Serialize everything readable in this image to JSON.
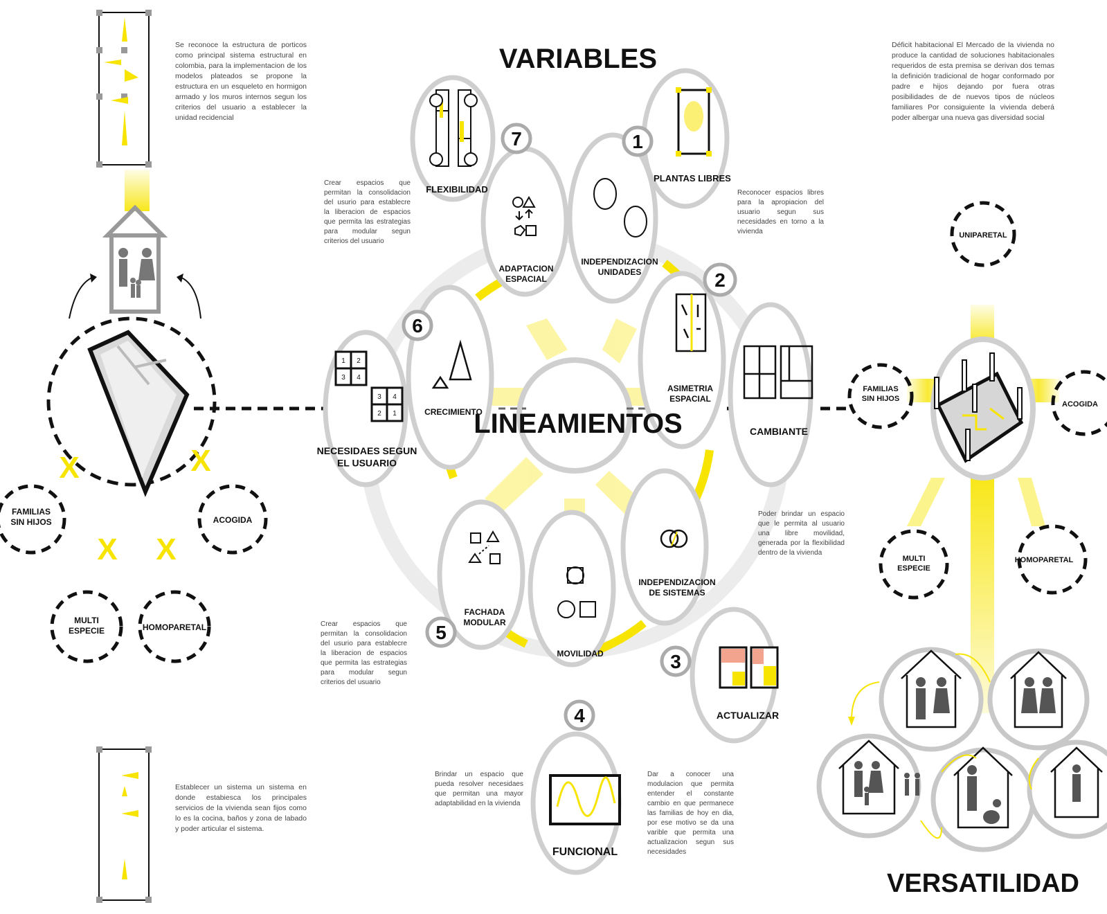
{
  "titles": {
    "variables": "VARIABLES",
    "lineamientos": "LINEAMIENTOS",
    "versatilidad": "VERSATILIDAD"
  },
  "center": {
    "nodes": {
      "flexibilidad": "FLEXIBILIDAD",
      "plantas_libres": "PLANTAS LIBRES",
      "adaptacion": "ADAPTACION\nESPACIAL",
      "independizacion_unidades": "INDEPENDIZACION\nUNIDADES",
      "crecimiento": "CRECIMIENTO",
      "asimetria": "ASIMETRIA\nESPACIAL",
      "necesidades": "NECESIDAES SEGUN\nEL USUARIO",
      "cambiante": "CAMBIANTE",
      "fachada": "FACHADA\nMODULAR",
      "movilidad": "MOVILIDAD",
      "independizacion_sistemas": "INDEPENDIZACION\nDE SISTEMAS",
      "actualizar": "ACTUALIZAR",
      "funcional": "FUNCIONAL"
    },
    "numbers": [
      "1",
      "2",
      "3",
      "4",
      "5",
      "6",
      "7"
    ],
    "grid_cells": [
      "1",
      "2",
      "3",
      "4",
      "3",
      "4",
      "2",
      "1"
    ]
  },
  "left": {
    "families": {
      "familias": "FAMILIAS\nSIN HIJOS",
      "acogida": "ACOGIDA",
      "multi": "MULTI\nESPECIE",
      "homoparetal": "HOMOPARETAL"
    },
    "x_mark": "X"
  },
  "right": {
    "families": {
      "uniparetal": "UNIPARETAL",
      "familias": "FAMILIAS\nSIN HIJOS",
      "acogida": "ACOGIDA",
      "multi": "MULTI\nESPECIE",
      "homoparetal": "HOMOPARETAL"
    }
  },
  "texts": {
    "top_left": "Se reconoce la estructura de porticos como principal sistema estructural en colombia, para la implementacion de los modelos plateados se propone la estructura en un esqueleto en hormigon armado y los muros internos segun los criterios del usuario a establecer la unidad recidencial",
    "bottom_left": "Establecer un sistema un sistema en donde estabiesca los principales servicios de la vivienda sean fijos como lo es la cocina, baños y zona de labado y poder articular el sistema.",
    "flex_desc": "Crear espacios que permitan la consolidacion del usurio para establecre la liberacion de espacios que permita las estrategias para modular segun criterios del usuario",
    "fachada_desc": "Crear espacios que permitan la consolidacion del usurio para establecre la liberacion de espacios que permita las estrategias para modular segun criterios del usuario",
    "plantas_desc": "Reconocer espacios libres para la apropiacion del usuario segun sus necesidades en torno a la vivienda",
    "cambiante_desc": "Poder brindar un espacio que le permita al usuario una libre movilidad, generada por la flexibilidad dentro de la vivienda",
    "funcional_desc": "Brindar un espacio que pueda resolver necesidaes que permitan una mayor adaptabilidad en la vivienda",
    "actualizar_desc": "Dar a conocer una modulacion que permita entender el constante cambio en que permanece las familias de hoy en dia, por ese motivo se da una varible que permita una actualizacion segun sus necesidades",
    "top_right": "Déficit habitacional El Mercado de la vivienda no produce la cantidad de soluciones habitacionales requeridos de esta premisa se derivan dos temas la definición tradicional de hogar conformado por padre e hijos dejando por fuera otras posibilidades de de nuevos tipos de núcleos familiares Por consiguiente la vivienda deberá poder albergar una nueva gas diversidad social"
  },
  "colors": {
    "accent": "#F7E400",
    "ring": "#E6E6E6",
    "node_stroke": "#C8C8C8",
    "ink": "#111111",
    "salmon": "#F2A48F"
  }
}
